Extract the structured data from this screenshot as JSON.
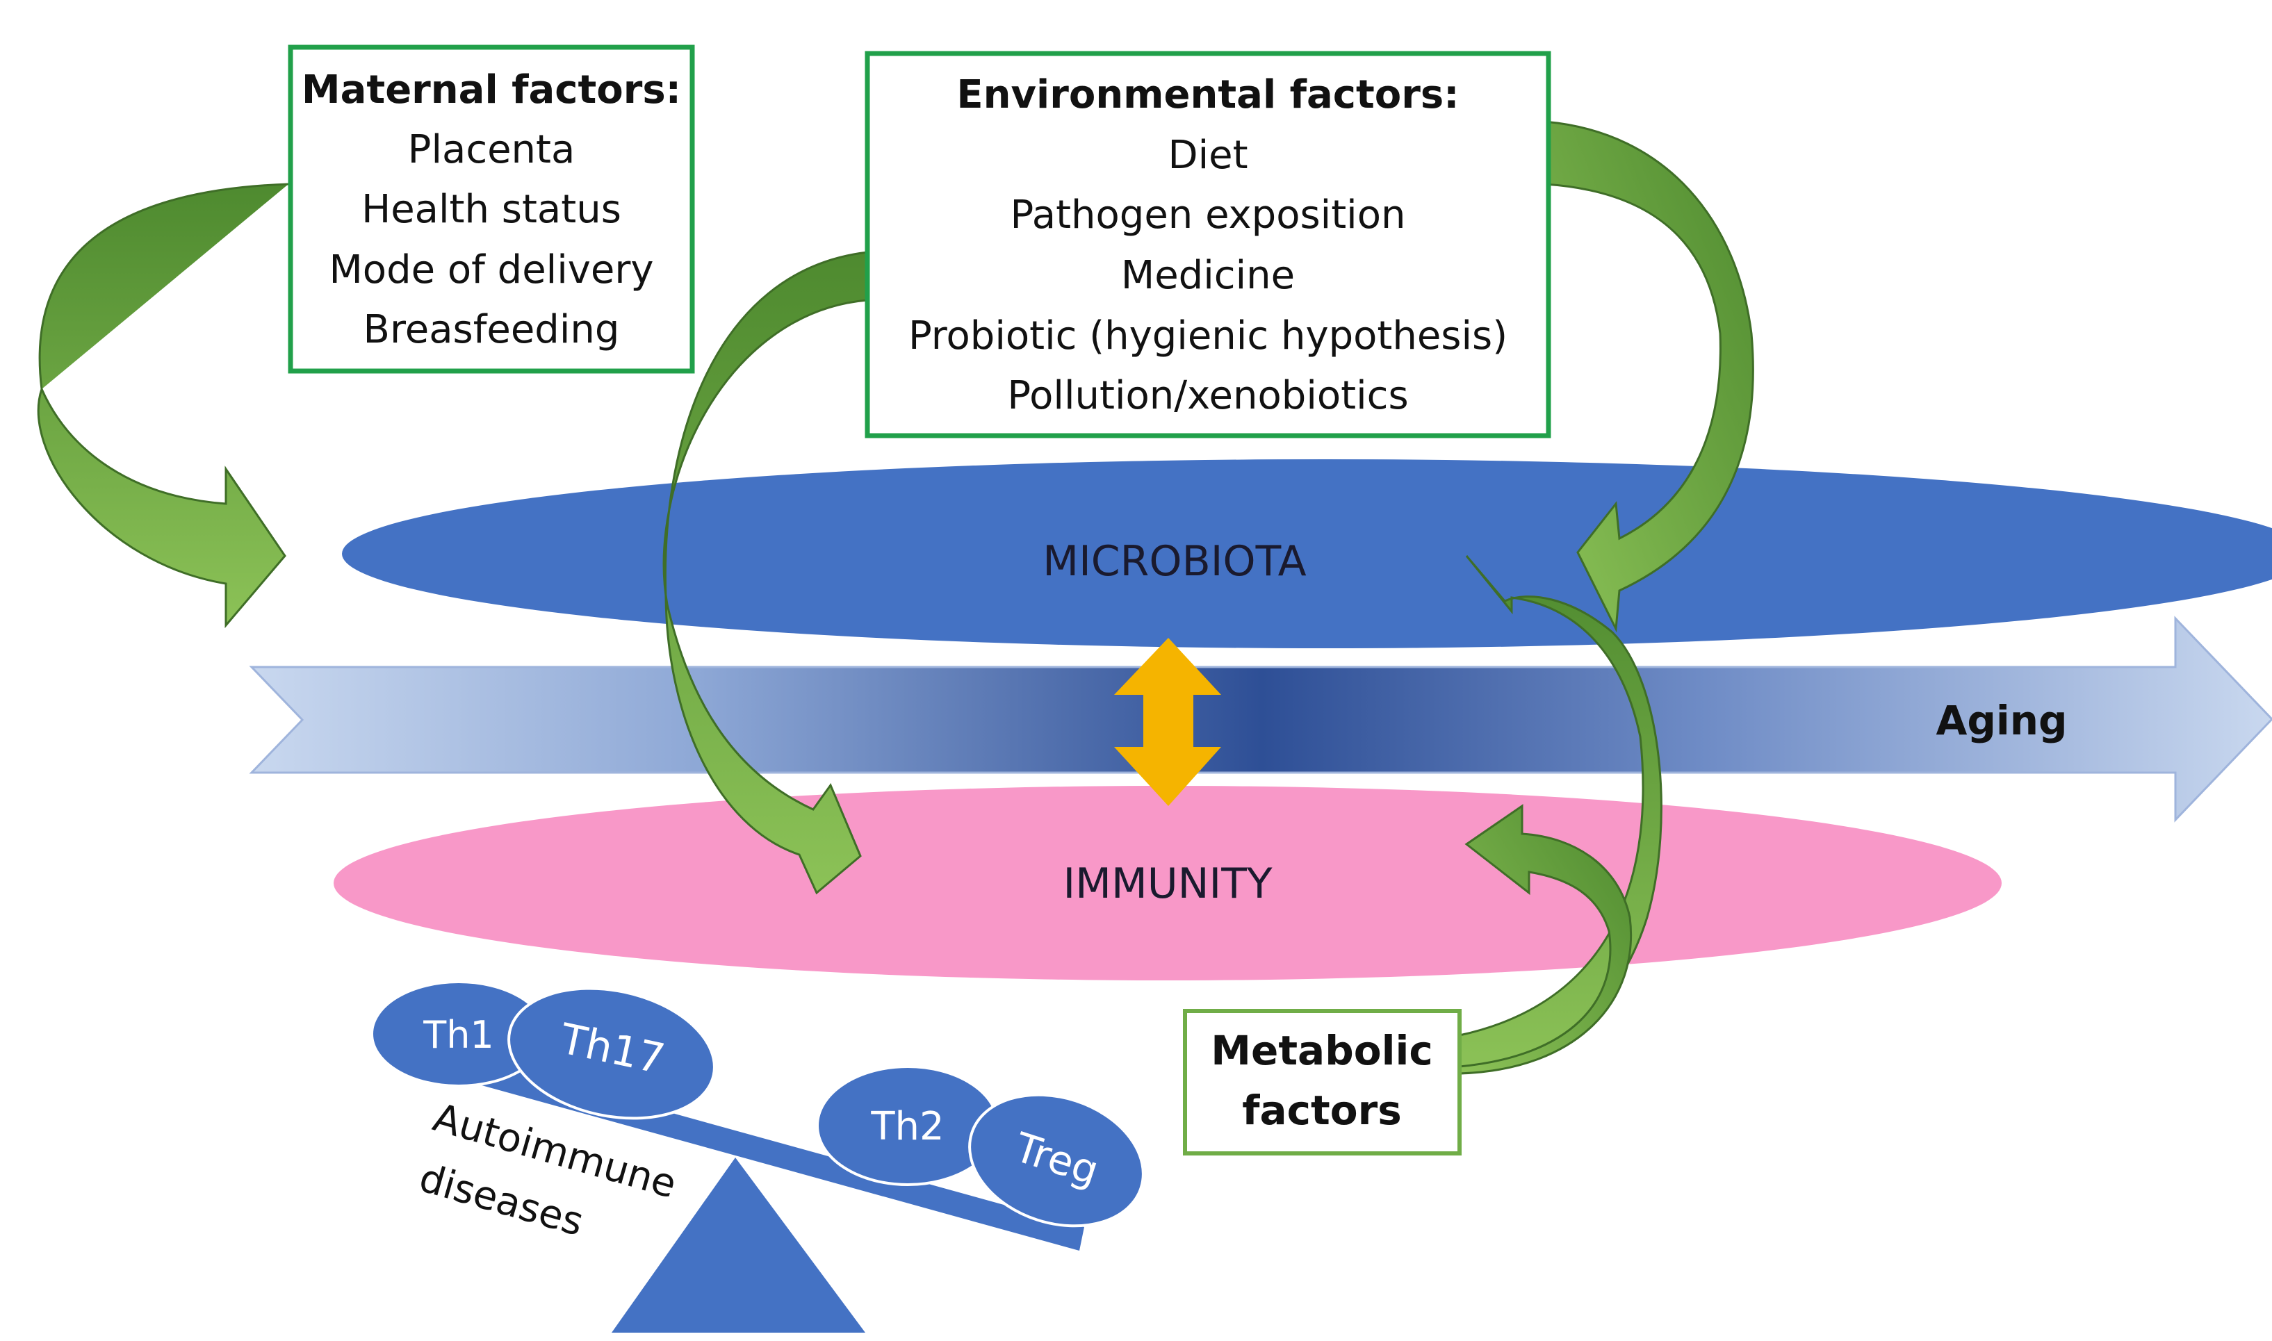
{
  "maternal": {
    "title": "Maternal factors:",
    "items": [
      "Placenta",
      "Health status",
      "Mode of delivery",
      "Breasfeeding"
    ]
  },
  "environmental": {
    "title": "Environmental factors:",
    "items": [
      "Diet",
      "Pathogen exposition",
      "Medicine",
      "Probiotic (hygienic hypothesis)",
      "Pollution/xenobiotics"
    ]
  },
  "microbiota": {
    "label": "MICROBIOTA"
  },
  "immunity": {
    "label": "IMMUNITY"
  },
  "aging": {
    "label": "Aging"
  },
  "metabolic": {
    "line1": "Metabolic",
    "line2": "factors"
  },
  "cells": {
    "th1": "Th1",
    "th17": "Th17",
    "th2": "Th2",
    "treg": "Treg"
  },
  "scale": {
    "line1": "Autoimmune",
    "line2": "diseases"
  },
  "colors": {
    "box_border": "#21a04a",
    "metabolic_border": "#70ad47",
    "arrow_green_dark": "#4e8a2f",
    "arrow_green_light": "#8cc257",
    "microbiota_fill": "#4472c4",
    "immunity_fill": "#f898c8",
    "aging_dark": "#2e4f96",
    "aging_light": "#c9d8ef",
    "double_arrow": "#f5b400",
    "cell_fill": "#4472c4"
  }
}
